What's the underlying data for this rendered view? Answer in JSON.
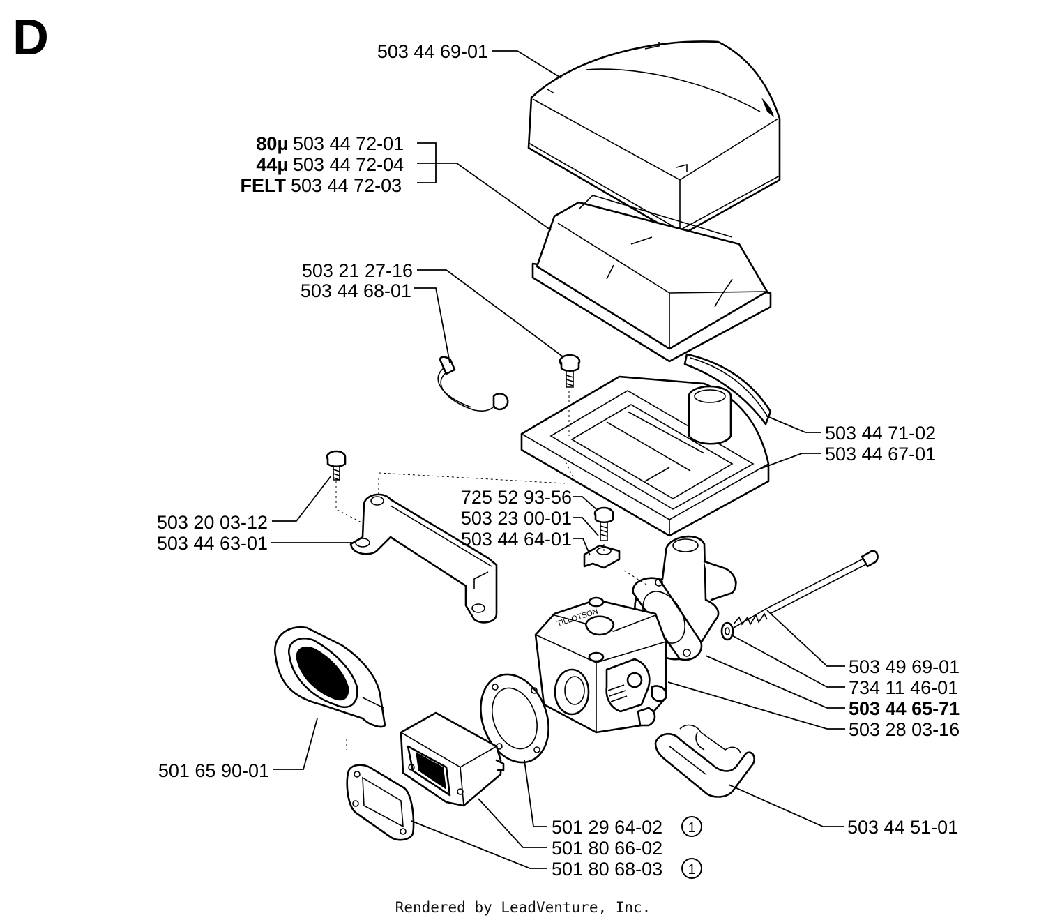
{
  "section_letter": "D",
  "labels": {
    "cover": "503 44 69-01",
    "filter_80_prefix": "80µ",
    "filter_80": "503 44 72-01",
    "filter_44_prefix": "44µ",
    "filter_44": "503 44 72-04",
    "filter_felt_prefix": "FELT",
    "filter_felt": "503 44 72-03",
    "screw_a": "503 21 27-16",
    "wire": "503 44 68-01",
    "seal_strip": "503 44 71-02",
    "filter_holder": "503 44 67-01",
    "screw_b": "503 20 03-12",
    "bracket": "503 44 63-01",
    "screw_c": "725 52 93-56",
    "washer_c": "503 23 00-01",
    "clamp": "503 44 64-01",
    "bolt": "503 49 69-01",
    "spring": "734 11 46-01",
    "carb_elbow": "503 44 65-71",
    "carburetor": "503 28 03-16",
    "rubber_boot": "501 65 90-01",
    "gasket_a": "501 29 64-02",
    "intake": "501 80 66-02",
    "gasket_b": "501 80 68-03",
    "fuel_hose": "503 44 51-01",
    "note_mark": "1"
  },
  "footer": "Rendered by LeadVenture, Inc."
}
